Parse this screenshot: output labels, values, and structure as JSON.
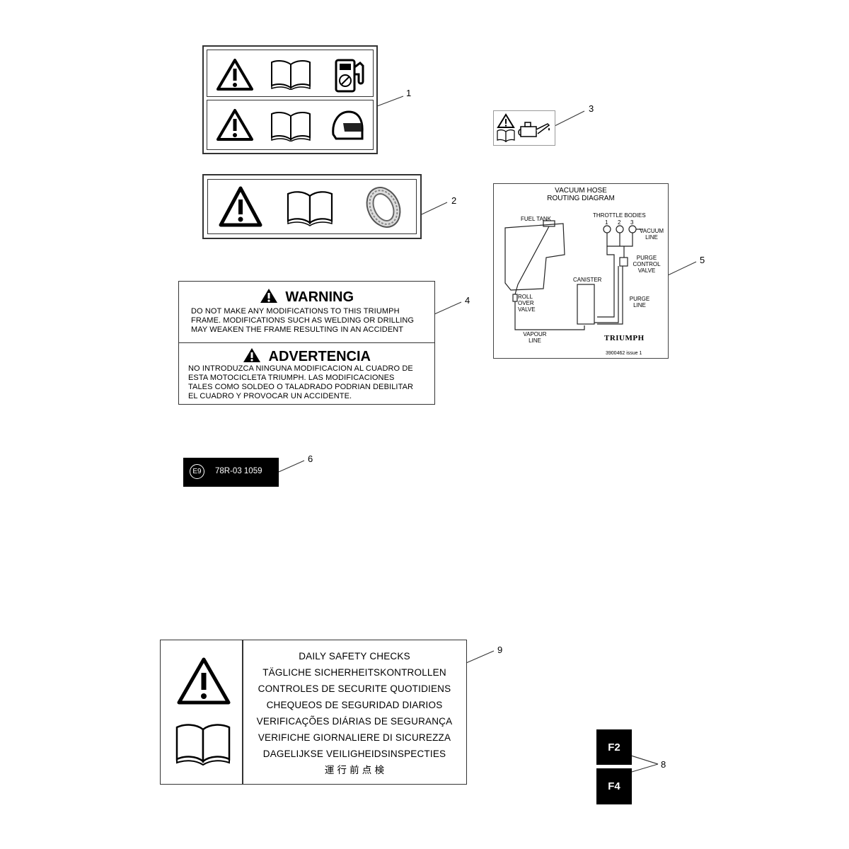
{
  "callouts": [
    "1",
    "2",
    "3",
    "4",
    "5",
    "6",
    "8",
    "9"
  ],
  "label4": {
    "warning_title": "WARNING",
    "warning_lines": [
      "DO  NOT MAKE ANY MODIFICATIONS TO THIS TRIUMPH",
      "FRAME.  MODIFICATIONS SUCH AS WELDING OR DRILLING",
      "MAY WEAKEN THE FRAME RESULTING IN AN ACCIDENT"
    ],
    "advertencia_title": "ADVERTENCIA",
    "advertencia_lines": [
      "NO INTRODUZCA NINGUNA MODIFICACION AL CUADRO DE",
      "ESTA MOTOCICLETA TRIUMPH.  LAS MODIFICACIONES",
      "TALES COMO SOLDEO O TALADRADO PODRIAN DEBILITAR",
      "EL CUADRO Y PROVOCAR UN ACCIDENTE."
    ]
  },
  "label5": {
    "title_line1": "VACUUM HOSE",
    "title_line2": "ROUTING DIAGRAM",
    "fuel_tank": "FUEL TANK",
    "throttle_bodies": "THROTTLE BODIES",
    "tb_numbers": [
      "1",
      "2",
      "3"
    ],
    "vacuum_line": "VACUUM LINE",
    "purge_control_valve": "PURGE CONTROL VALVE",
    "canister": "CANISTER",
    "roll_over_valve": "ROLL OVER VALVE",
    "purge_line": "PURGE LINE",
    "vapour_line": "VAPOUR LINE",
    "brand": "TRIUMPH",
    "part_issue": "3900462 issue 1"
  },
  "label6": {
    "mark": "E9",
    "code": "78R-03 1059"
  },
  "label8": {
    "codes": [
      "F2",
      "F4"
    ]
  },
  "label9": {
    "lines": [
      "DAILY SAFETY CHECKS",
      "TÄGLICHE SICHERHEITSKONTROLLEN",
      "CONTROLES DE SECURITE QUOTIDIENS",
      "CHEQUEOS DE SEGURIDAD DIARIOS",
      "VERIFICAÇÕES DIÁRIAS DE SEGURANÇA",
      "VERIFICHE GIORNALIERE DI SICUREZZA",
      "DAGELIJKSE VEILIGHEIDSINSPECTIES",
      "運 行 前 点 検"
    ]
  },
  "icons": [
    "warning-triangle-icon",
    "manual-book-icon",
    "fuel-pump-icon",
    "helmet-icon",
    "tyre-icon",
    "oil-can-icon"
  ]
}
